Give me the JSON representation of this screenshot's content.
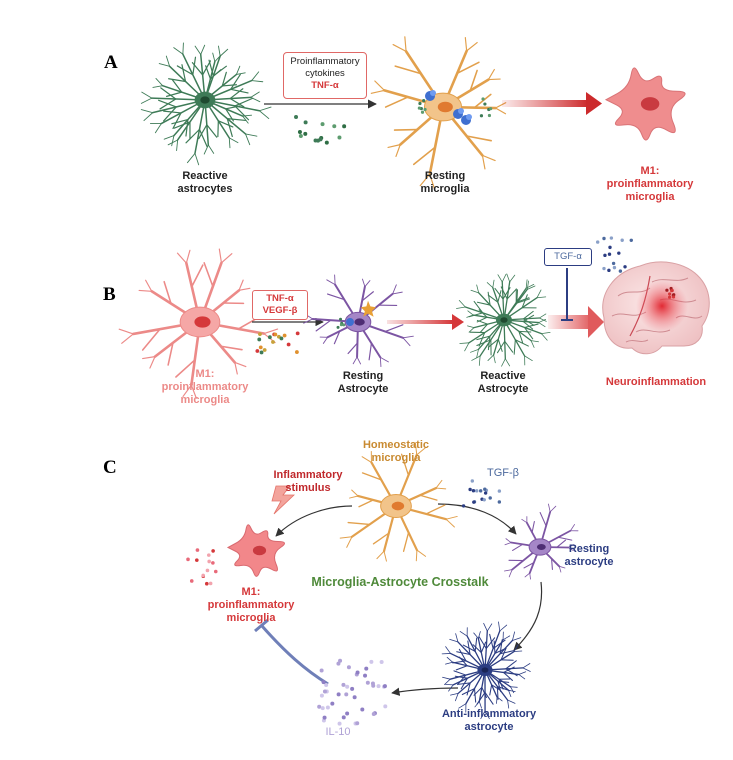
{
  "colors": {
    "green": "#3e7b57",
    "orange": "#e2a04c",
    "red": "#d5383a",
    "pink": "#ec8a88",
    "purple": "#7c55a3",
    "navy": "#2c3d82",
    "lavender": "#b0a2d6",
    "blue_gray": "#4d6a9e"
  },
  "panel_a": {
    "letter": "A",
    "reactive_astrocytes": "Reactive\nastrocytes",
    "box_line1": "Proinflammatory",
    "box_line2": "cytokines",
    "box_line3": "TNF-α",
    "resting_microglia": "Resting\nmicroglia",
    "m1": "M1:\nproinflammatory\nmicroglia"
  },
  "panel_b": {
    "letter": "B",
    "m1": "M1:\nproinflammatory\nmicroglia",
    "box_line1": "TNF-α",
    "box_line2": "VEGF-β",
    "resting_astrocyte": "Resting\nAstrocyte",
    "reactive_astrocyte": "Reactive\nAstrocyte",
    "tgf_box": "TGF-α",
    "neuroinflammation": "Neuroinflammation"
  },
  "panel_c": {
    "letter": "C",
    "homeostatic": "Homeostatic\nmicroglia",
    "inflammatory_stimulus": "Inflammatory\nstimulus",
    "tgf_beta": "TGF-β",
    "m1": "M1:\nproinflammatory\nmicroglia",
    "crosstalk": "Microglia-Astrocyte Crosstalk",
    "resting_astrocyte": "Resting\nastrocyte",
    "anti_inflammatory": "Anti-inflammatory\nastrocyte",
    "il10": "IL-10"
  }
}
